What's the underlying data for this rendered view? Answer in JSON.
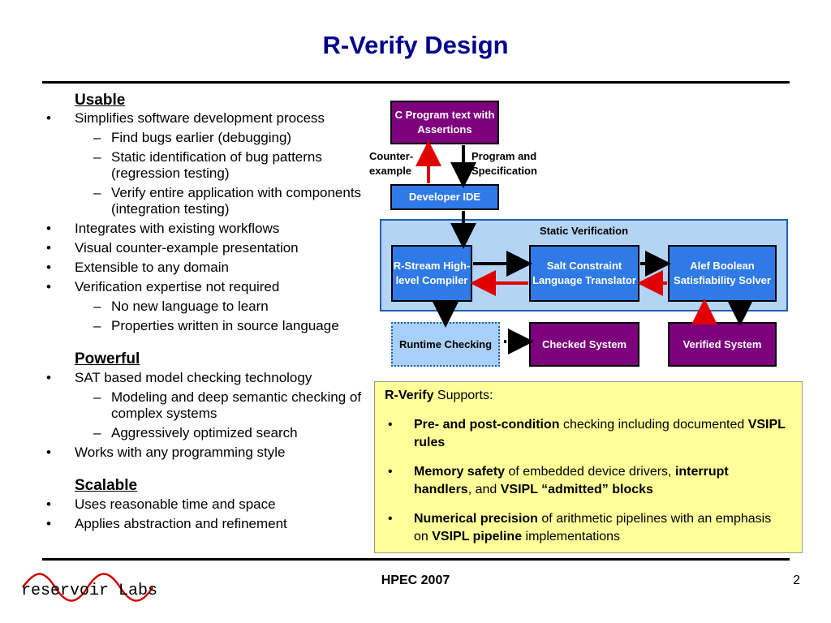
{
  "title": "R-Verify Design",
  "left": {
    "sections": [
      {
        "heading": "Usable",
        "items": [
          {
            "text": "Simplifies software development process",
            "sub": [
              "Find bugs earlier (debugging)",
              "Static identification of bug patterns (regression testing)",
              "Verify entire application with components (integration testing)"
            ]
          },
          {
            "text": "Integrates with existing workflows"
          },
          {
            "text": "Visual counter-example presentation"
          },
          {
            "text": "Extensible to any domain"
          },
          {
            "text": "Verification expertise not required",
            "sub": [
              "No new language to learn",
              "Properties written in source language"
            ]
          }
        ]
      },
      {
        "heading": "Powerful",
        "items": [
          {
            "text": "SAT based model checking technology",
            "sub": [
              "Modeling and deep semantic checking of complex systems",
              "Aggressively optimized search"
            ]
          },
          {
            "text": "Works with any programming style"
          }
        ]
      },
      {
        "heading": "Scalable",
        "items": [
          {
            "text": "Uses reasonable time and space"
          },
          {
            "text": "Applies abstraction and refinement"
          }
        ]
      }
    ]
  },
  "diagram": {
    "c_program": "C Program text with Assertions",
    "counter_example": "Counter-example",
    "program_spec": "Program and Specification",
    "developer_ide": "Developer IDE",
    "static_verification": "Static Verification",
    "rstream": "R-Stream High-level Compiler",
    "salt": "Salt Constraint Language Translator",
    "alef": "Alef Boolean Satisfiability Solver",
    "runtime": "Runtime Checking",
    "checked": "Checked System",
    "verified": "Verified System",
    "colors": {
      "purple": "#7d007d",
      "blue": "#2f7ae6",
      "panel": "#b4d4f4",
      "red_arrow": "#e00000"
    }
  },
  "supports": {
    "heading_bold": "R-Verify",
    "heading_rest": " Supports:",
    "bullets": [
      [
        {
          "t": "Pre- and post-condition",
          "b": true
        },
        {
          "t": " checking including documented "
        },
        {
          "t": "VSIPL rules",
          "b": true
        }
      ],
      [
        {
          "t": "Memory safety",
          "b": true
        },
        {
          "t": " of embedded device drivers, "
        },
        {
          "t": "interrupt handlers",
          "b": true
        },
        {
          "t": ", and "
        },
        {
          "t": "VSIPL “admitted” blocks",
          "b": true
        }
      ],
      [
        {
          "t": "Numerical precision",
          "b": true
        },
        {
          "t": " of arithmetic pipelines with an emphasis on "
        },
        {
          "t": "VSIPL pipeline",
          "b": true
        },
        {
          "t": " implementations"
        }
      ]
    ]
  },
  "footer": {
    "center": "HPEC 2007",
    "page": "2",
    "logo_text": "reservoir Labs"
  }
}
